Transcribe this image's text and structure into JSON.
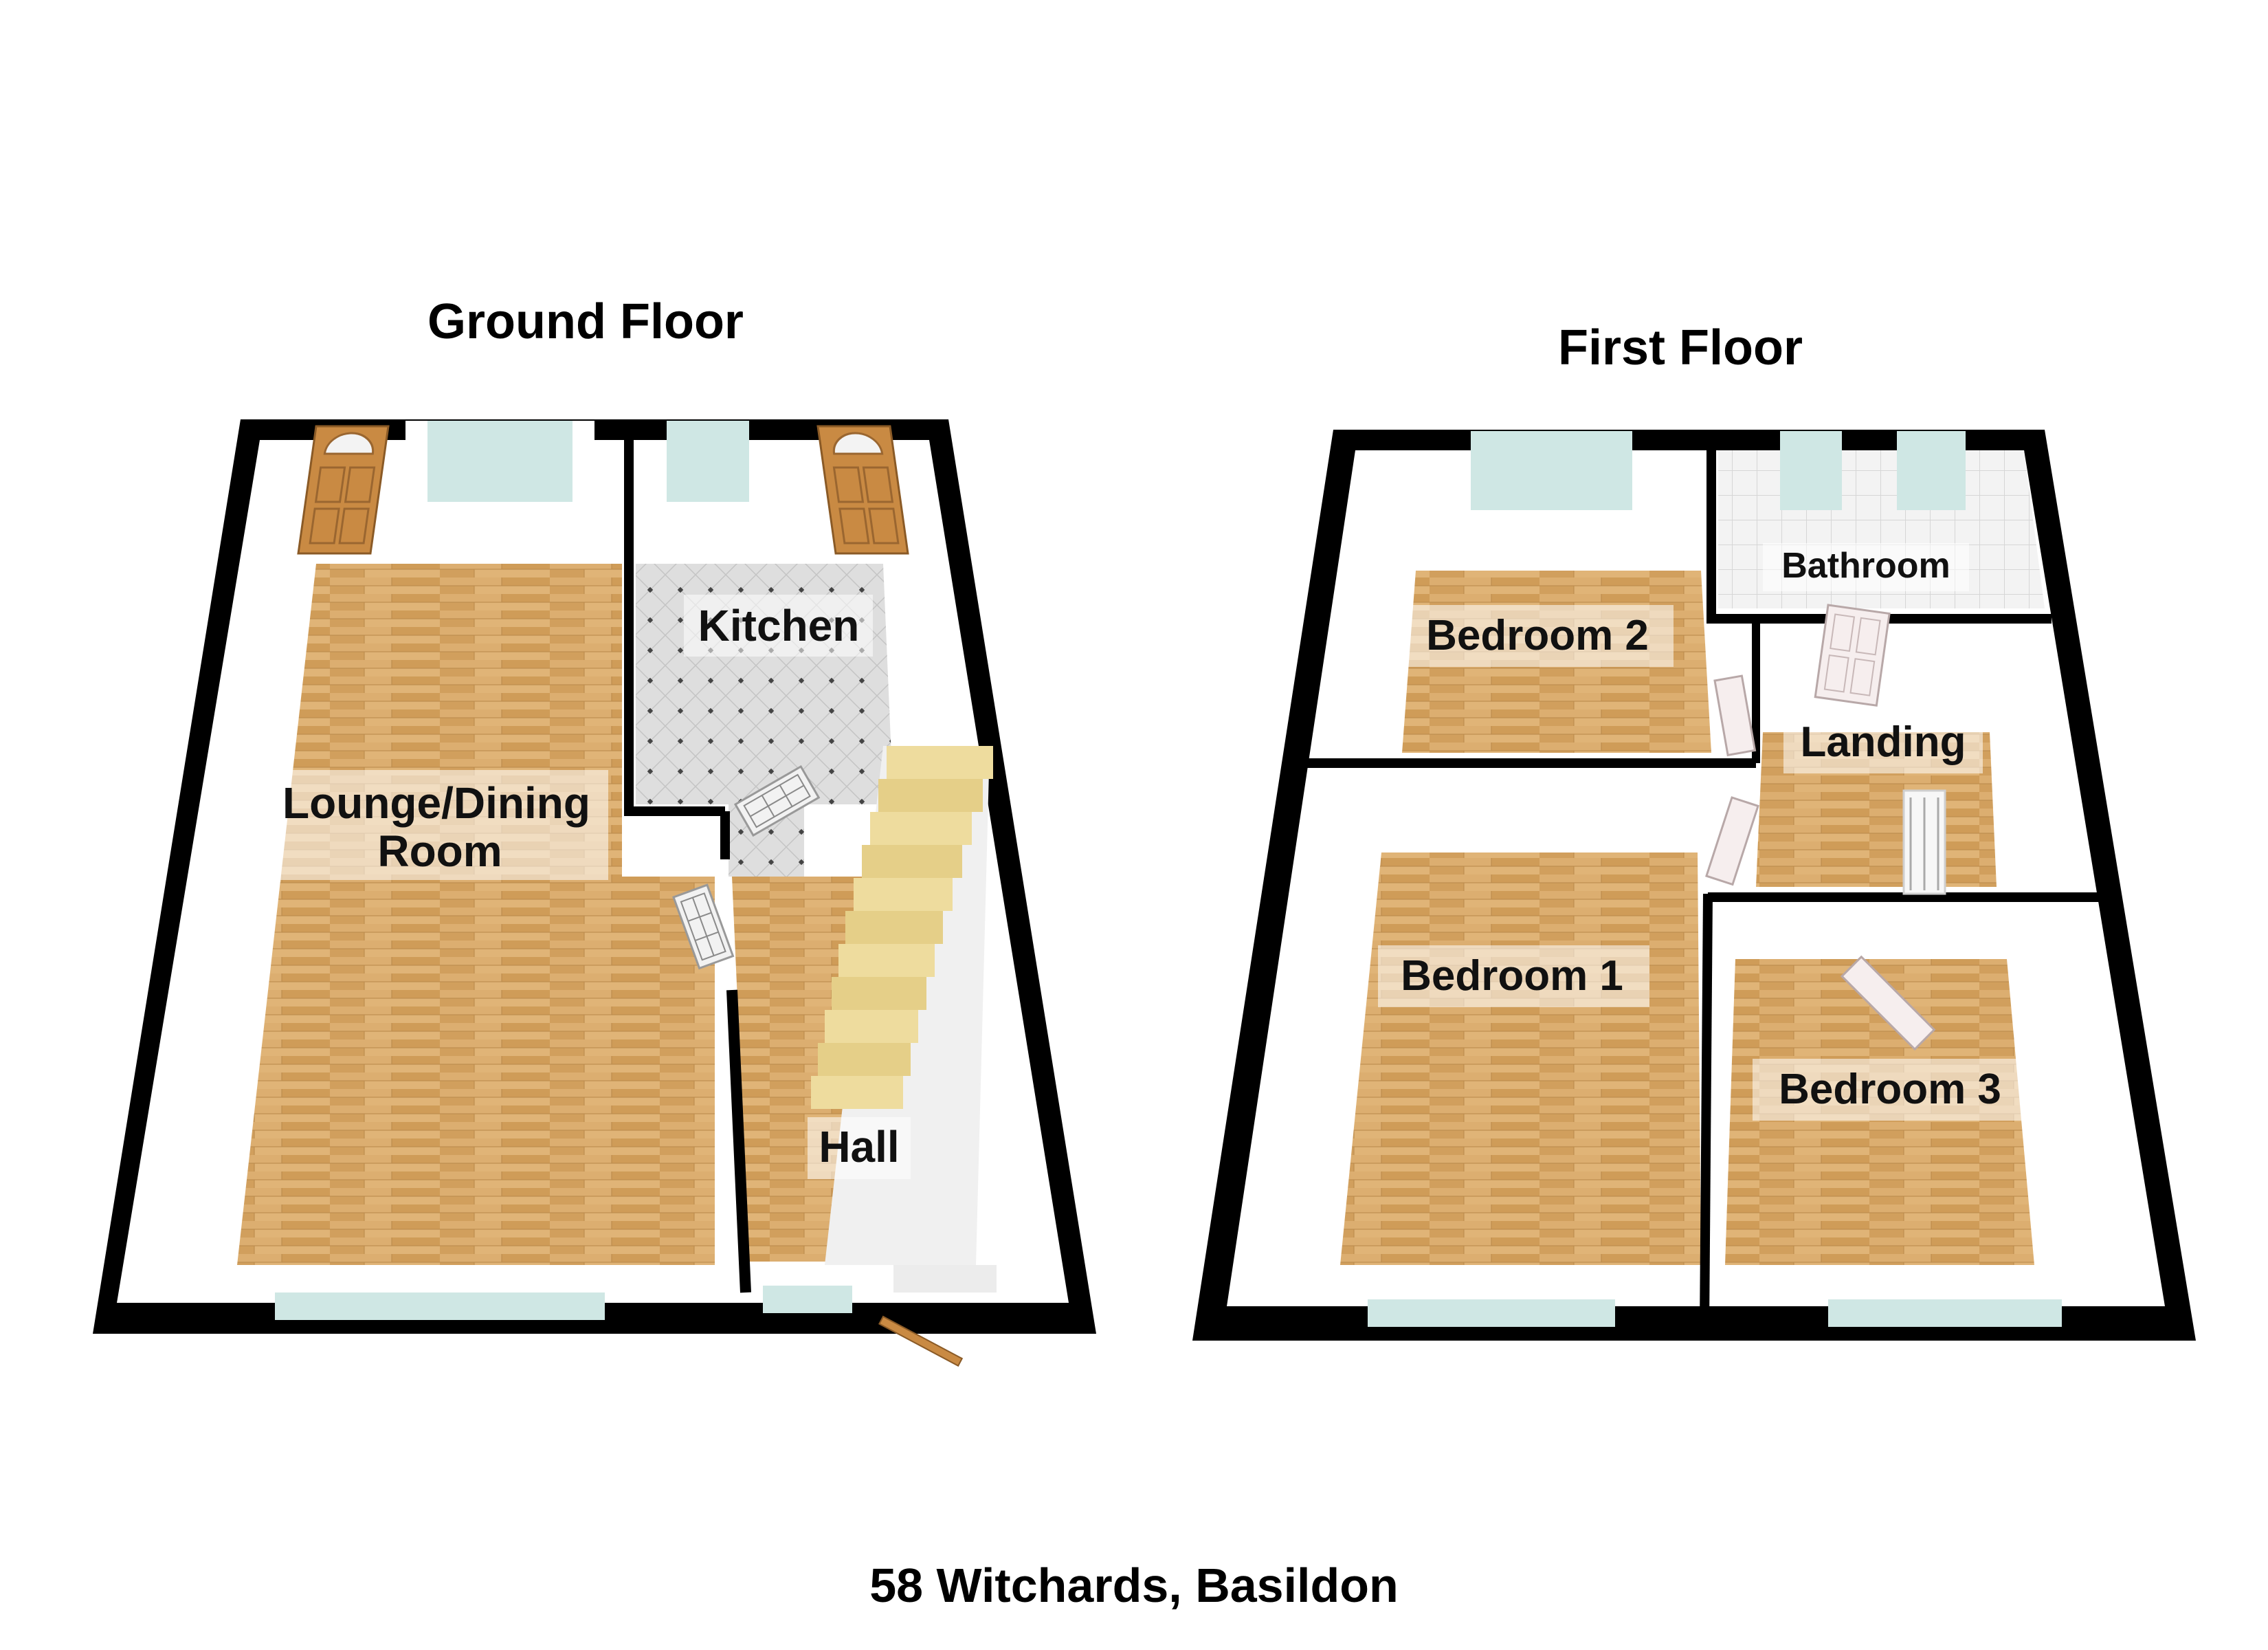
{
  "headings": {
    "ground": "Ground Floor",
    "first": "First Floor"
  },
  "rooms": {
    "lounge_line1": "Lounge/Dining",
    "lounge_line2": "Room",
    "kitchen": "Kitchen",
    "hall": "Hall",
    "bedroom1": "Bedroom 1",
    "bedroom2": "Bedroom 2",
    "bedroom3": "Bedroom 3",
    "bathroom": "Bathroom",
    "landing": "Landing"
  },
  "address": "58 Witchards, Basildon",
  "colors": {
    "wall": "#000000",
    "wall_face": "#ffffff",
    "wood_floor": "#d9a866",
    "tile_floor": "#dcdcdc",
    "window_glass": "#cfe7e4",
    "door": "#c98a43",
    "stairs": "#e8d08a"
  }
}
